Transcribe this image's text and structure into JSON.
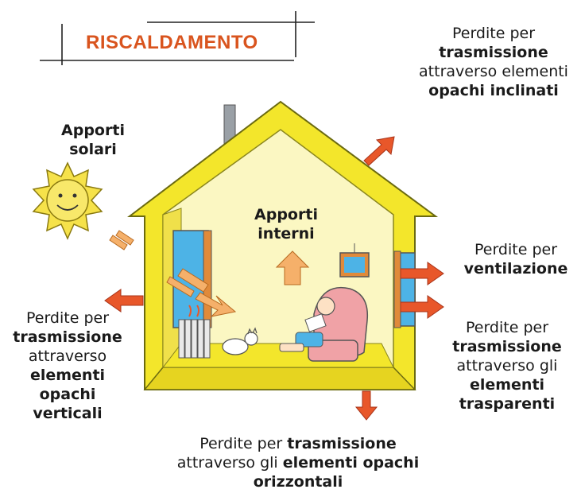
{
  "title": "RISCALDAMENTO",
  "labels": {
    "top_right": [
      "Perdite per",
      "trasmissione",
      "attraverso elementi",
      "opachi inclinati"
    ],
    "solar": [
      "Apporti",
      "solari"
    ],
    "internal": [
      "Apporti",
      "interni"
    ],
    "ventilation": [
      "Perdite per",
      "ventilazione"
    ],
    "left": [
      "Perdite per",
      "trasmissione",
      "attraverso",
      "elementi",
      "opachi",
      "verticali"
    ],
    "right": [
      "Perdite per",
      "trasmissione",
      "attraverso gli",
      "elementi",
      "trasparenti"
    ],
    "bottom_line1_regular": "Perdite per ",
    "bottom_line1_bold": "trasmissione",
    "bottom_line2_regular": "attraverso gli ",
    "bottom_line2_bold": "elementi opachi",
    "bottom_line3": "orizzontali"
  },
  "colors": {
    "title": "#d9541e",
    "house_yellow": "#f3e62b",
    "house_outline": "#6b6a10",
    "arrow_orange": "#e8572a",
    "arrow_light": "#f5b06a",
    "window_blue": "#4db3e6",
    "sun": "#f6e24a"
  },
  "icons": [
    "sun-icon",
    "chimney-icon",
    "radiator-icon",
    "armchair-person-icon",
    "cat-icon",
    "picture-frame-icon"
  ]
}
